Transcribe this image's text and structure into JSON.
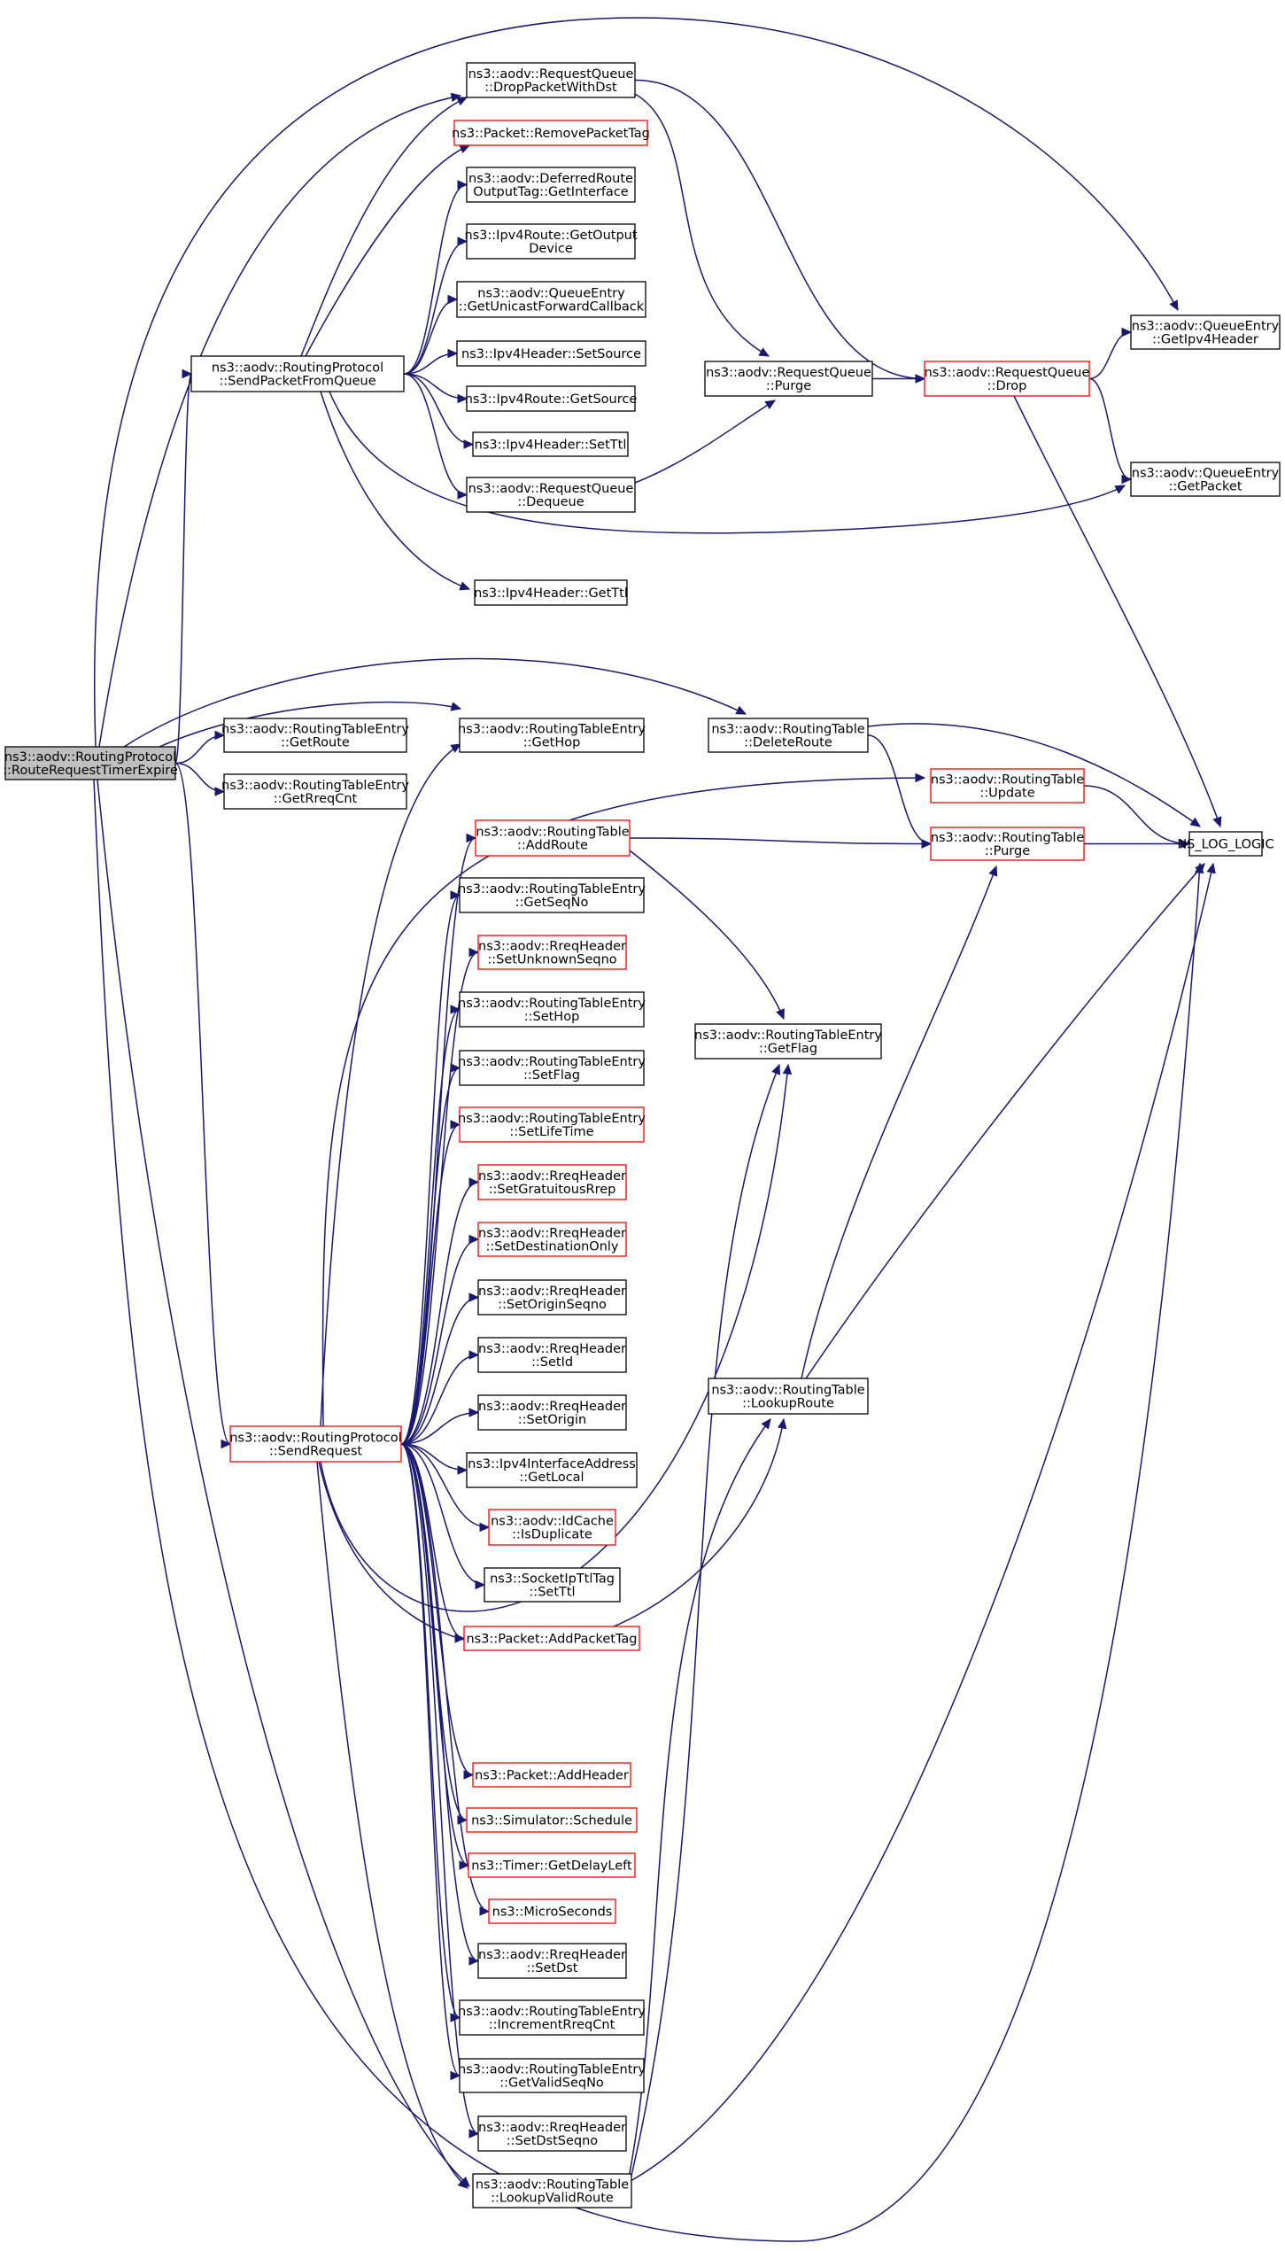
{
  "graph": {
    "nodes": [
      {
        "id": "root",
        "lines": [
          "ns3::aodv::RoutingProtocol",
          "::RouteRequestTimerExpire"
        ],
        "style": "root"
      },
      {
        "id": "dropPacketWithDst",
        "lines": [
          "ns3::aodv::RequestQueue",
          "::DropPacketWithDst"
        ],
        "style": "black"
      },
      {
        "id": "removePacketTag",
        "lines": [
          "ns3::Packet::RemovePacketTag"
        ],
        "style": "red"
      },
      {
        "id": "deferredGetInterface",
        "lines": [
          "ns3::aodv::DeferredRoute",
          "OutputTag::GetInterface"
        ],
        "style": "black"
      },
      {
        "id": "getOutputDevice",
        "lines": [
          "ns3::Ipv4Route::GetOutput",
          "Device"
        ],
        "style": "black"
      },
      {
        "id": "getUnicastForwardCallback",
        "lines": [
          "ns3::aodv::QueueEntry",
          "::GetUnicastForwardCallback"
        ],
        "style": "black"
      },
      {
        "id": "sendPacketFromQueue",
        "lines": [
          "ns3::aodv::RoutingProtocol",
          "::SendPacketFromQueue"
        ],
        "style": "black"
      },
      {
        "id": "setSource",
        "lines": [
          "ns3::Ipv4Header::SetSource"
        ],
        "style": "black"
      },
      {
        "id": "getSource",
        "lines": [
          "ns3::Ipv4Route::GetSource"
        ],
        "style": "black"
      },
      {
        "id": "setTtl",
        "lines": [
          "ns3::Ipv4Header::SetTtl"
        ],
        "style": "black"
      },
      {
        "id": "dequeue",
        "lines": [
          "ns3::aodv::RequestQueue",
          "::Dequeue"
        ],
        "style": "black"
      },
      {
        "id": "getTtl",
        "lines": [
          "ns3::Ipv4Header::GetTtl"
        ],
        "style": "black"
      },
      {
        "id": "rqPurge",
        "lines": [
          "ns3::aodv::RequestQueue",
          "::Purge"
        ],
        "style": "black"
      },
      {
        "id": "rqDrop",
        "lines": [
          "ns3::aodv::RequestQueue",
          "::Drop"
        ],
        "style": "red"
      },
      {
        "id": "getIpv4Header",
        "lines": [
          "ns3::aodv::QueueEntry",
          "::GetIpv4Header"
        ],
        "style": "black"
      },
      {
        "id": "getPacket",
        "lines": [
          "ns3::aodv::QueueEntry",
          "::GetPacket"
        ],
        "style": "black"
      },
      {
        "id": "rteGetRoute",
        "lines": [
          "ns3::aodv::RoutingTableEntry",
          "::GetRoute"
        ],
        "style": "black"
      },
      {
        "id": "rteGetRreqCnt",
        "lines": [
          "ns3::aodv::RoutingTableEntry",
          "::GetRreqCnt"
        ],
        "style": "black"
      },
      {
        "id": "rteGetHop",
        "lines": [
          "ns3::aodv::RoutingTableEntry",
          "::GetHop"
        ],
        "style": "black"
      },
      {
        "id": "deleteRoute",
        "lines": [
          "ns3::aodv::RoutingTable",
          "::DeleteRoute"
        ],
        "style": "black"
      },
      {
        "id": "rtUpdate",
        "lines": [
          "ns3::aodv::RoutingTable",
          "::Update"
        ],
        "style": "red"
      },
      {
        "id": "nsLogLogic",
        "lines": [
          "NS_LOG_LOGIC"
        ],
        "style": "black"
      },
      {
        "id": "addRoute",
        "lines": [
          "ns3::aodv::RoutingTable",
          "::AddRoute"
        ],
        "style": "red"
      },
      {
        "id": "rtPurge",
        "lines": [
          "ns3::aodv::RoutingTable",
          "::Purge"
        ],
        "style": "red"
      },
      {
        "id": "getSeqNo",
        "lines": [
          "ns3::aodv::RoutingTableEntry",
          "::GetSeqNo"
        ],
        "style": "black"
      },
      {
        "id": "setUnknownSeqno",
        "lines": [
          "ns3::aodv::RreqHeader",
          "::SetUnknownSeqno"
        ],
        "style": "red"
      },
      {
        "id": "rteSetHop",
        "lines": [
          "ns3::aodv::RoutingTableEntry",
          "::SetHop"
        ],
        "style": "black"
      },
      {
        "id": "rteGetFlag",
        "lines": [
          "ns3::aodv::RoutingTableEntry",
          "::GetFlag"
        ],
        "style": "black"
      },
      {
        "id": "rteSetFlag",
        "lines": [
          "ns3::aodv::RoutingTableEntry",
          "::SetFlag"
        ],
        "style": "black"
      },
      {
        "id": "setLifeTime",
        "lines": [
          "ns3::aodv::RoutingTableEntry",
          "::SetLifeTime"
        ],
        "style": "red"
      },
      {
        "id": "setGratuitousRrep",
        "lines": [
          "ns3::aodv::RreqHeader",
          "::SetGratuitousRrep"
        ],
        "style": "red"
      },
      {
        "id": "setDestinationOnly",
        "lines": [
          "ns3::aodv::RreqHeader",
          "::SetDestinationOnly"
        ],
        "style": "red"
      },
      {
        "id": "setOriginSeqno",
        "lines": [
          "ns3::aodv::RreqHeader",
          "::SetOriginSeqno"
        ],
        "style": "black"
      },
      {
        "id": "setId",
        "lines": [
          "ns3::aodv::RreqHeader",
          "::SetId"
        ],
        "style": "black"
      },
      {
        "id": "lookupRoute",
        "lines": [
          "ns3::aodv::RoutingTable",
          "::LookupRoute"
        ],
        "style": "black"
      },
      {
        "id": "setOrigin",
        "lines": [
          "ns3::aodv::RreqHeader",
          "::SetOrigin"
        ],
        "style": "black"
      },
      {
        "id": "sendRequest",
        "lines": [
          "ns3::aodv::RoutingProtocol",
          "::SendRequest"
        ],
        "style": "red"
      },
      {
        "id": "getLocal",
        "lines": [
          "ns3::Ipv4InterfaceAddress",
          "::GetLocal"
        ],
        "style": "black"
      },
      {
        "id": "isDuplicate",
        "lines": [
          "ns3::aodv::IdCache",
          "::IsDuplicate"
        ],
        "style": "red"
      },
      {
        "id": "socketSetTtl",
        "lines": [
          "ns3::SocketIpTtlTag",
          "::SetTtl"
        ],
        "style": "black"
      },
      {
        "id": "addPacketTag",
        "lines": [
          "ns3::Packet::AddPacketTag"
        ],
        "style": "red"
      },
      {
        "id": "addHeader",
        "lines": [
          "ns3::Packet::AddHeader"
        ],
        "style": "red"
      },
      {
        "id": "schedule",
        "lines": [
          "ns3::Simulator::Schedule"
        ],
        "style": "red"
      },
      {
        "id": "getDelayLeft",
        "lines": [
          "ns3::Timer::GetDelayLeft"
        ],
        "style": "red"
      },
      {
        "id": "microSeconds",
        "lines": [
          "ns3::MicroSeconds"
        ],
        "style": "red"
      },
      {
        "id": "setDst",
        "lines": [
          "ns3::aodv::RreqHeader",
          "::SetDst"
        ],
        "style": "black"
      },
      {
        "id": "incrementRreqCnt",
        "lines": [
          "ns3::aodv::RoutingTableEntry",
          "::IncrementRreqCnt"
        ],
        "style": "black"
      },
      {
        "id": "getValidSeqNo",
        "lines": [
          "ns3::aodv::RoutingTableEntry",
          "::GetValidSeqNo"
        ],
        "style": "black"
      },
      {
        "id": "setDstSeqno",
        "lines": [
          "ns3::aodv::RreqHeader",
          "::SetDstSeqno"
        ],
        "style": "black"
      },
      {
        "id": "lookupValidRoute",
        "lines": [
          "ns3::aodv::RoutingTable",
          "::LookupValidRoute"
        ],
        "style": "black"
      }
    ],
    "edges": [
      [
        "root",
        "sendPacketFromQueue"
      ],
      [
        "root",
        "dropPacketWithDst"
      ],
      [
        "root",
        "getIpv4Header"
      ],
      [
        "root",
        "rteGetRoute"
      ],
      [
        "root",
        "rteGetRreqCnt"
      ],
      [
        "root",
        "rteGetHop"
      ],
      [
        "root",
        "deleteRoute"
      ],
      [
        "root",
        "sendRequest"
      ],
      [
        "root",
        "lookupValidRoute"
      ],
      [
        "root",
        "nsLogLogic"
      ],
      [
        "sendPacketFromQueue",
        "dropPacketWithDst"
      ],
      [
        "sendPacketFromQueue",
        "removePacketTag"
      ],
      [
        "sendPacketFromQueue",
        "deferredGetInterface"
      ],
      [
        "sendPacketFromQueue",
        "getOutputDevice"
      ],
      [
        "sendPacketFromQueue",
        "getUnicastForwardCallback"
      ],
      [
        "sendPacketFromQueue",
        "setSource"
      ],
      [
        "sendPacketFromQueue",
        "getSource"
      ],
      [
        "sendPacketFromQueue",
        "setTtl"
      ],
      [
        "sendPacketFromQueue",
        "dequeue"
      ],
      [
        "sendPacketFromQueue",
        "getPacket"
      ],
      [
        "sendPacketFromQueue",
        "getTtl"
      ],
      [
        "dropPacketWithDst",
        "rqPurge"
      ],
      [
        "dropPacketWithDst",
        "rqDrop"
      ],
      [
        "dequeue",
        "rqPurge"
      ],
      [
        "rqPurge",
        "rqDrop"
      ],
      [
        "rqDrop",
        "getIpv4Header"
      ],
      [
        "rqDrop",
        "getPacket"
      ],
      [
        "rqDrop",
        "nsLogLogic"
      ],
      [
        "deleteRoute",
        "rtPurge"
      ],
      [
        "deleteRoute",
        "nsLogLogic"
      ],
      [
        "rtUpdate",
        "nsLogLogic"
      ],
      [
        "rtPurge",
        "nsLogLogic"
      ],
      [
        "addRoute",
        "rtPurge"
      ],
      [
        "addRoute",
        "rteGetFlag"
      ],
      [
        "lookupRoute",
        "rtPurge"
      ],
      [
        "lookupRoute",
        "nsLogLogic"
      ],
      [
        "lookupValidRoute",
        "lookupRoute"
      ],
      [
        "lookupValidRoute",
        "rteGetFlag"
      ],
      [
        "lookupValidRoute",
        "nsLogLogic"
      ],
      [
        "sendRequest",
        "rteGetHop"
      ],
      [
        "sendRequest",
        "rtUpdate"
      ],
      [
        "sendRequest",
        "addRoute"
      ],
      [
        "sendRequest",
        "getSeqNo"
      ],
      [
        "sendRequest",
        "setUnknownSeqno"
      ],
      [
        "sendRequest",
        "rteSetHop"
      ],
      [
        "sendRequest",
        "rteSetFlag"
      ],
      [
        "sendRequest",
        "setLifeTime"
      ],
      [
        "sendRequest",
        "setGratuitousRrep"
      ],
      [
        "sendRequest",
        "setDestinationOnly"
      ],
      [
        "sendRequest",
        "setOriginSeqno"
      ],
      [
        "sendRequest",
        "setId"
      ],
      [
        "sendRequest",
        "setOrigin"
      ],
      [
        "sendRequest",
        "getLocal"
      ],
      [
        "sendRequest",
        "isDuplicate"
      ],
      [
        "sendRequest",
        "socketSetTtl"
      ],
      [
        "sendRequest",
        "addPacketTag"
      ],
      [
        "sendRequest",
        "rteGetFlag"
      ],
      [
        "sendRequest",
        "lookupRoute"
      ],
      [
        "sendRequest",
        "addHeader"
      ],
      [
        "sendRequest",
        "schedule"
      ],
      [
        "sendRequest",
        "getDelayLeft"
      ],
      [
        "sendRequest",
        "microSeconds"
      ],
      [
        "sendRequest",
        "setDst"
      ],
      [
        "sendRequest",
        "incrementRreqCnt"
      ],
      [
        "sendRequest",
        "getValidSeqNo"
      ],
      [
        "sendRequest",
        "setDstSeqno"
      ],
      [
        "sendRequest",
        "lookupValidRoute"
      ]
    ]
  }
}
